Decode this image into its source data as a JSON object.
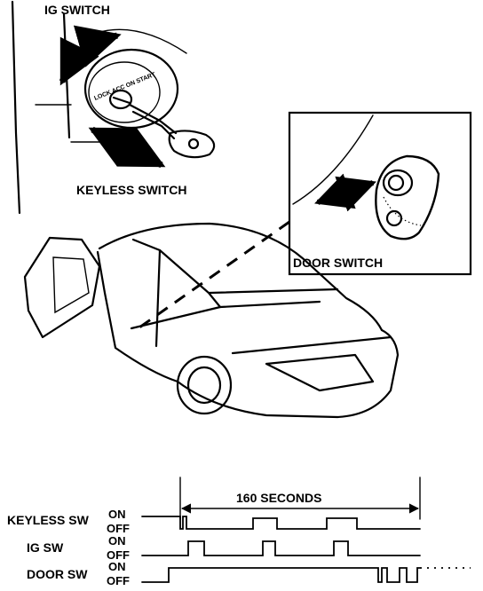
{
  "labels": {
    "ig_switch": "IG SWITCH",
    "keyless_switch": "KEYLESS SWITCH",
    "door_switch": "DOOR SWITCH"
  },
  "cylinder_positions": "LOCK ACC ON START",
  "timing": {
    "duration_label": "160 SECONDS",
    "on_label": "ON",
    "off_label": "OFF",
    "rows": [
      {
        "name": "KEYLESS SW"
      },
      {
        "name": "IG SW"
      },
      {
        "name": "DOOR SW"
      }
    ]
  }
}
